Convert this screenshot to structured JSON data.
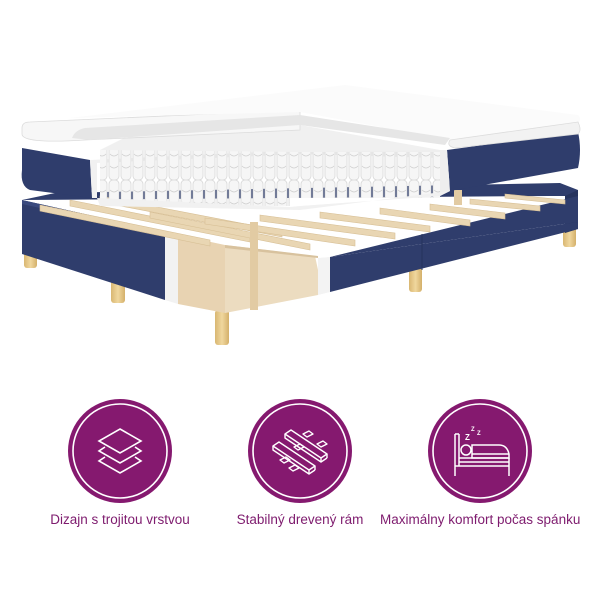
{
  "product": {
    "image_alt": "Boxspring bed cross-section: topper, pocket-spring mattress, slatted wooden frame, blue upholstered base with wooden legs",
    "colors": {
      "upholstery": "#2f3d6c",
      "upholstery_shade": "#25315a",
      "topper": "#f4f4f4",
      "spring": "#ececec",
      "slat": "#e9d6b3",
      "frame_inner": "#ecdcc0",
      "leg": "#e6c98a"
    }
  },
  "features": [
    {
      "icon": "layers-icon",
      "label": "Dizajn s trojitou vrstvou"
    },
    {
      "icon": "wooden-frame-icon",
      "label": "Stabilný drevený rám"
    },
    {
      "icon": "sleeping-bed-icon",
      "label": "Maximálny komfort počas spánku"
    }
  ],
  "theme": {
    "accent": "#85196f",
    "label_color": "#7e1b6e"
  }
}
